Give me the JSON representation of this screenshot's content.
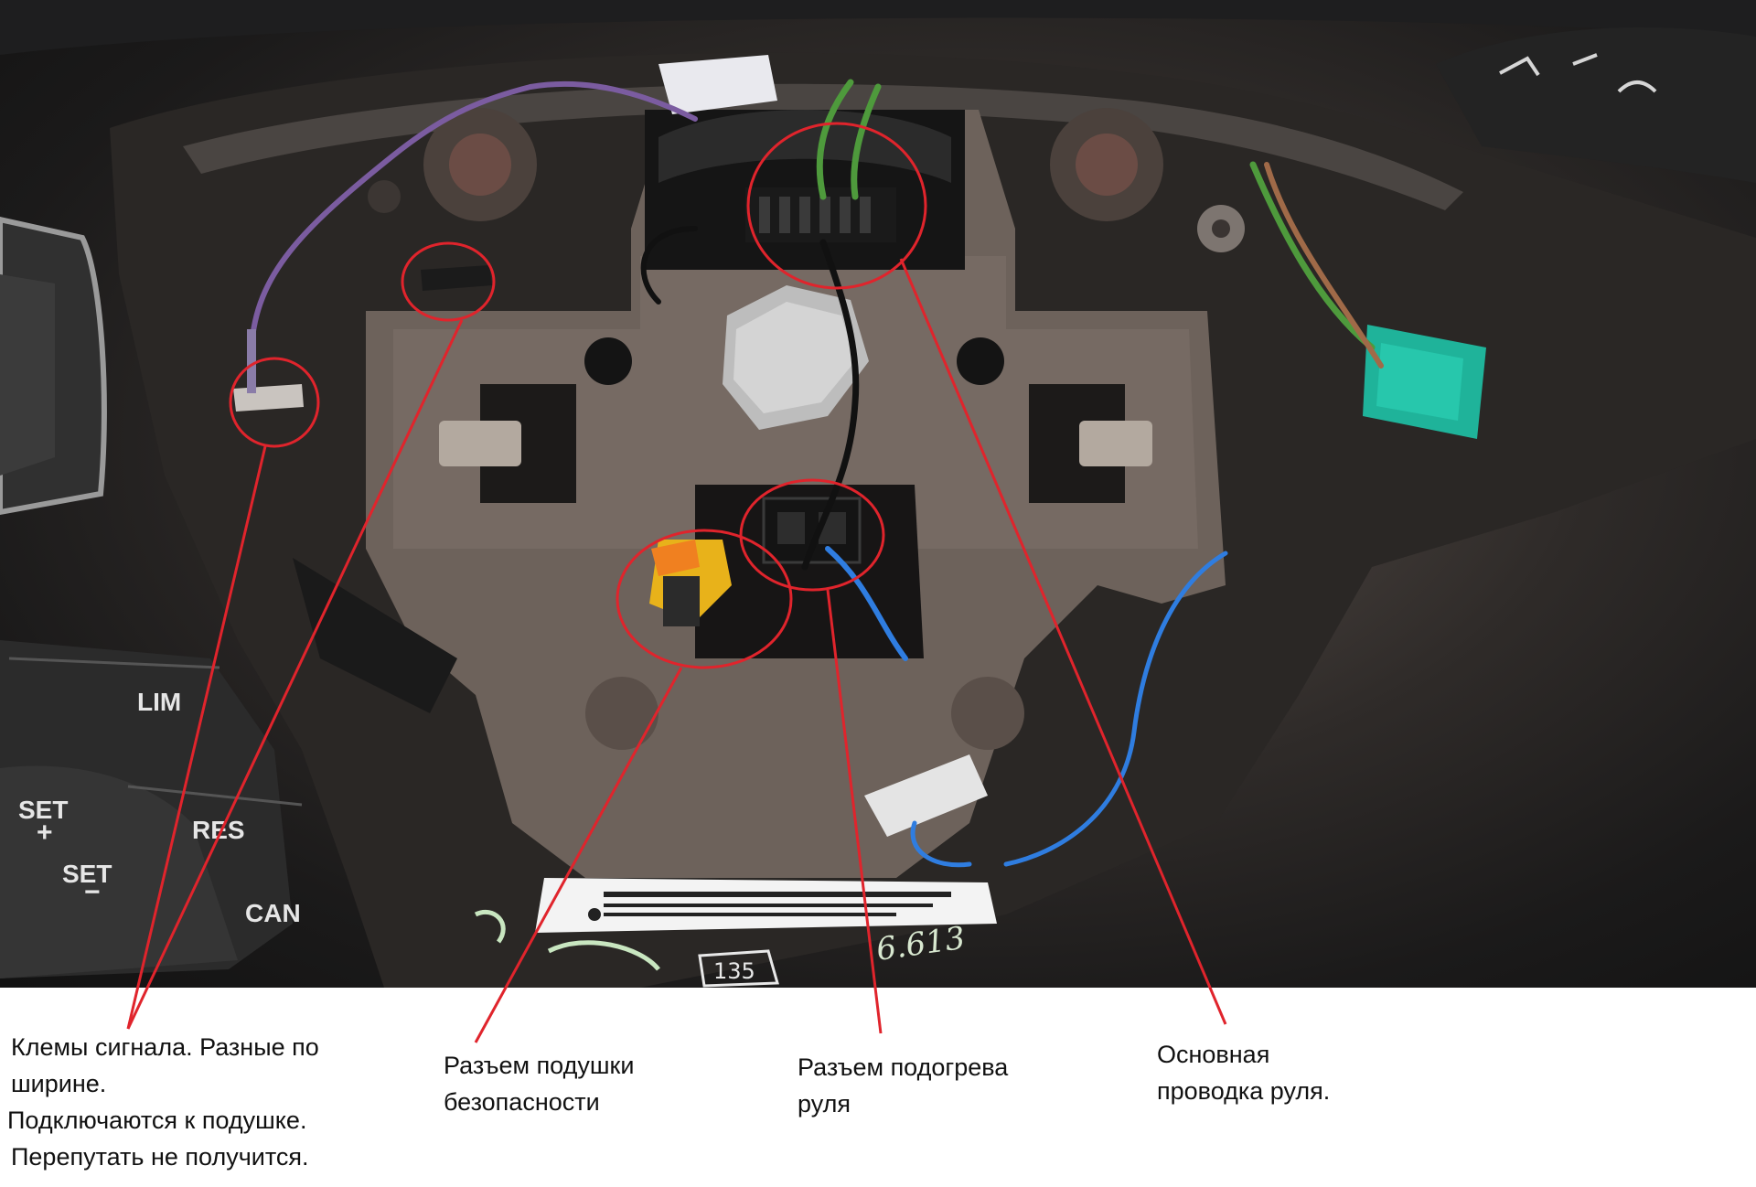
{
  "photo": {
    "button_labels": {
      "lim": "LIM",
      "set_plus_top": "SET",
      "set_plus_sign": "+",
      "res": "RES",
      "set_minus_top": "SET",
      "set_minus_sign": "−",
      "can": "CAN"
    },
    "sticker_number": "135",
    "marker_text": "6.613"
  },
  "callouts": [
    {
      "id": "horn-terminals",
      "lines": [
        "Клемы сигнала. Разные по",
        "ширине.",
        "Подключаются к подушке.",
        "Перепутать не получится."
      ]
    },
    {
      "id": "airbag-connector",
      "lines": [
        "Разъем подушки",
        "безопасности"
      ]
    },
    {
      "id": "heating-connector",
      "lines": [
        "Разъем подогрева",
        "руля"
      ]
    },
    {
      "id": "main-wiring",
      "lines": [
        "Основная",
        "проводка руля."
      ]
    }
  ],
  "colors": {
    "annotation_red": "#e0242c",
    "wire_purple": "#7b5ca0",
    "wire_green": "#4e9a3c",
    "wire_blue": "#2f7de0",
    "connector_teal": "#1fb39a",
    "connector_yellow": "#e8b21a",
    "connector_orange": "#f08020",
    "label_white": "#e6e6e6"
  }
}
